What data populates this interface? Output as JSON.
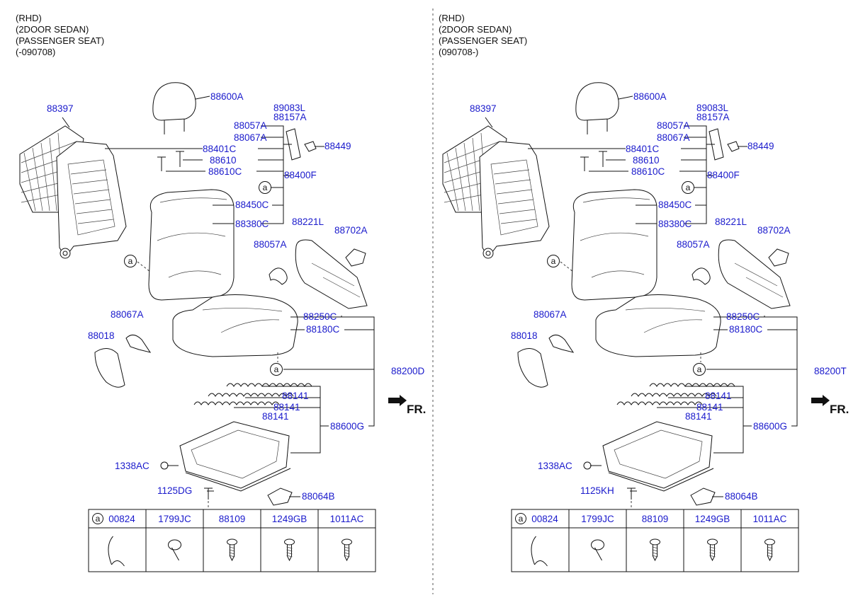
{
  "panels": [
    {
      "header": [
        "(RHD)",
        "(2DOOR SEDAN)",
        "(PASSENGER SEAT)",
        "(-090708)"
      ],
      "labels": {
        "headrest": "88600A",
        "back_cover": "88397",
        "p89083": "89083L",
        "p88157": "88157A",
        "p88057a_top": "88057A",
        "p88067a_top": "88067A",
        "p88449": "88449",
        "p88401": "88401C",
        "p88610": "88610",
        "p88610c": "88610C",
        "back_assy": "88400F",
        "p88450": "88450C",
        "p88380": "88380C",
        "p88221": "88221L",
        "p88702": "88702A",
        "p88057a_mid": "88057A",
        "p88067a_low": "88067A",
        "p88018": "88018",
        "p88250": "88250C",
        "p88180": "88180C",
        "cushion_assy": "88200D",
        "spring1": "88141",
        "spring2": "88141",
        "spring3": "88141",
        "frame_assy": "88600G",
        "nut": "1338AC",
        "bolt": "1125DG",
        "p88064": "88064B",
        "fr": "FR."
      }
    },
    {
      "header": [
        "(RHD)",
        "(2DOOR SEDAN)",
        "(PASSENGER SEAT)",
        "(090708-)"
      ],
      "labels": {
        "headrest": "88600A",
        "back_cover": "88397",
        "p89083": "89083L",
        "p88157": "88157A",
        "p88057a_top": "88057A",
        "p88067a_top": "88067A",
        "p88449": "88449",
        "p88401": "88401C",
        "p88610": "88610",
        "p88610c": "88610C",
        "back_assy": "88400F",
        "p88450": "88450C",
        "p88380": "88380C",
        "p88221": "88221L",
        "p88702": "88702A",
        "p88057a_mid": "88057A",
        "p88067a_low": "88067A",
        "p88018": "88018",
        "p88250": "88250C",
        "p88180": "88180C",
        "cushion_assy": "88200T",
        "spring1": "88141",
        "spring2": "88141",
        "spring3": "88141",
        "frame_assy": "88600G",
        "nut": "1338AC",
        "bolt": "1125KH",
        "p88064": "88064B",
        "fr": "FR."
      }
    }
  ],
  "ref_marker": "a",
  "legend_table": {
    "marker": "a",
    "columns": [
      "00824",
      "1799JC",
      "88109",
      "1249GB",
      "1011AC"
    ],
    "icons": [
      "hook-clip-icon",
      "band-clip-icon",
      "screw-icon",
      "screw-icon",
      "screw-icon"
    ]
  }
}
